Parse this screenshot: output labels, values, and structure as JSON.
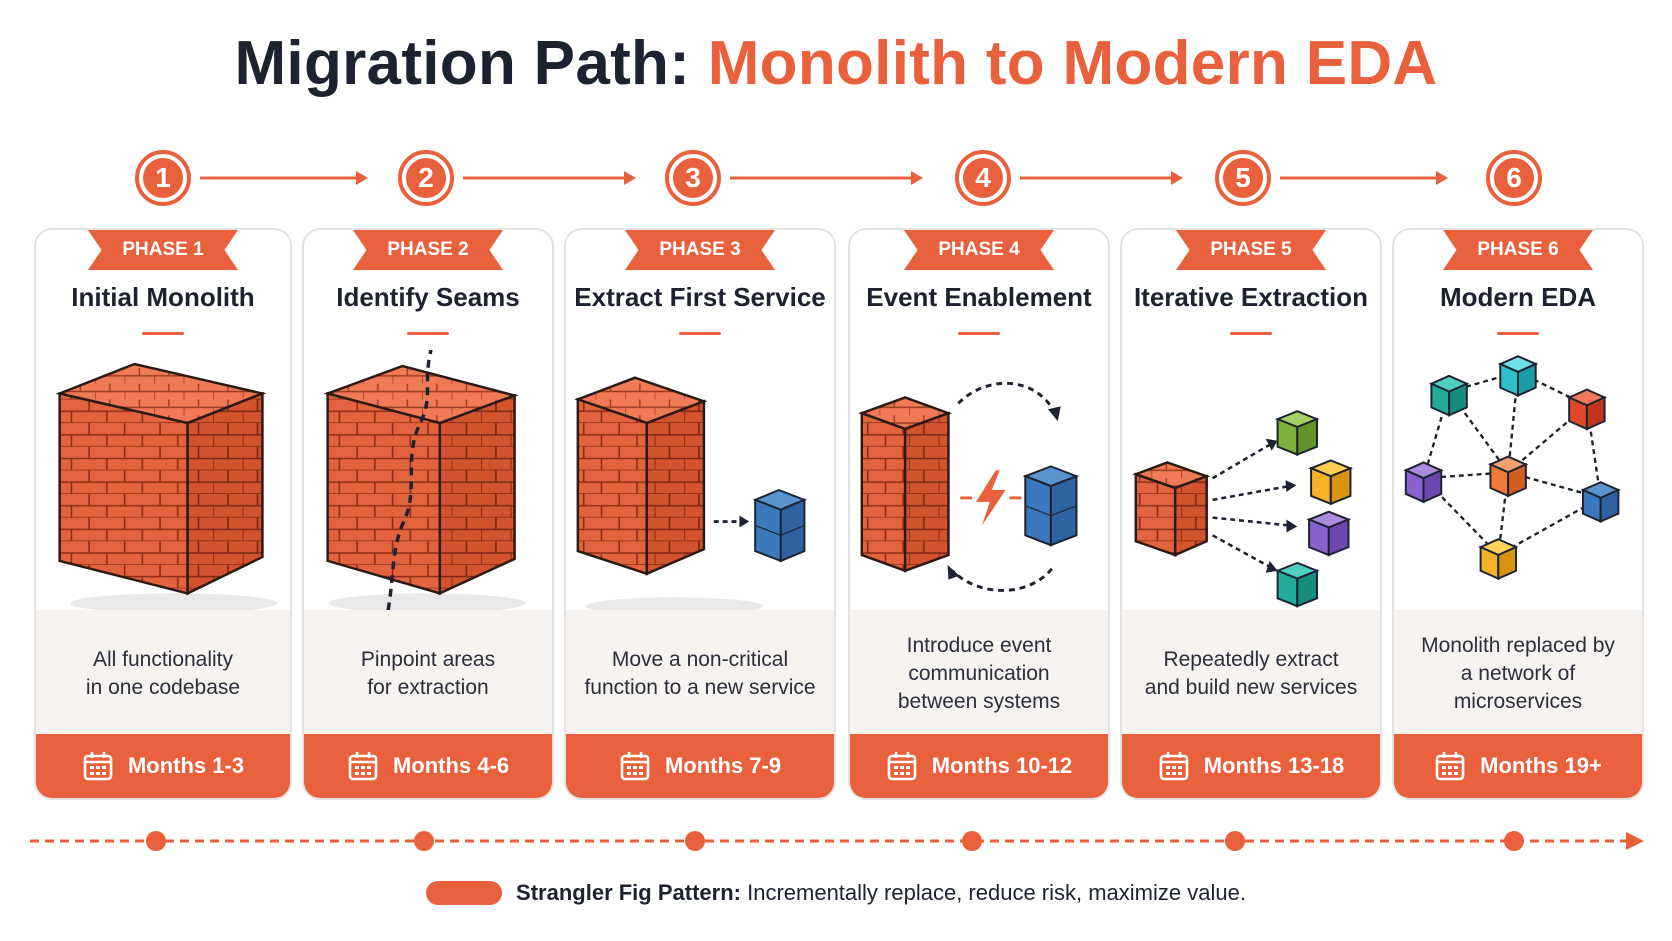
{
  "title": {
    "part1": "Migration Path:",
    "part2": "Monolith to Modern EDA"
  },
  "colors": {
    "accent": "#e8603c",
    "dark": "#1d2230",
    "panel": "#f6f3f1"
  },
  "phases": [
    {
      "number": "1",
      "tag": "PHASE 1",
      "title": "Initial Monolith",
      "description": "All functionality\nin one codebase",
      "period": "Months 1-3",
      "icon": "calendar-icon"
    },
    {
      "number": "2",
      "tag": "PHASE 2",
      "title": "Identify Seams",
      "description": "Pinpoint areas\nfor extraction",
      "period": "Months 4-6",
      "icon": "calendar-icon"
    },
    {
      "number": "3",
      "tag": "PHASE 3",
      "title": "Extract First Service",
      "description": "Move a non-critical\nfunction to a new service",
      "period": "Months 7-9",
      "icon": "calendar-icon"
    },
    {
      "number": "4",
      "tag": "PHASE 4",
      "title": "Event Enablement",
      "description": "Introduce event\ncommunication\nbetween systems",
      "period": "Months 10-12",
      "icon": "calendar-icon"
    },
    {
      "number": "5",
      "tag": "PHASE 5",
      "title": "Iterative Extraction",
      "description": "Repeatedly extract\nand build new services",
      "period": "Months 13-18",
      "icon": "calendar-icon"
    },
    {
      "number": "6",
      "tag": "PHASE 6",
      "title": "Modern EDA",
      "description": "Monolith replaced by\na network of\nmicroservices",
      "period": "Months 19+",
      "icon": "calendar-icon"
    }
  ],
  "legend": {
    "label": "Strangler Fig Pattern:",
    "text": "Incrementally replace, reduce risk, maximize value."
  }
}
